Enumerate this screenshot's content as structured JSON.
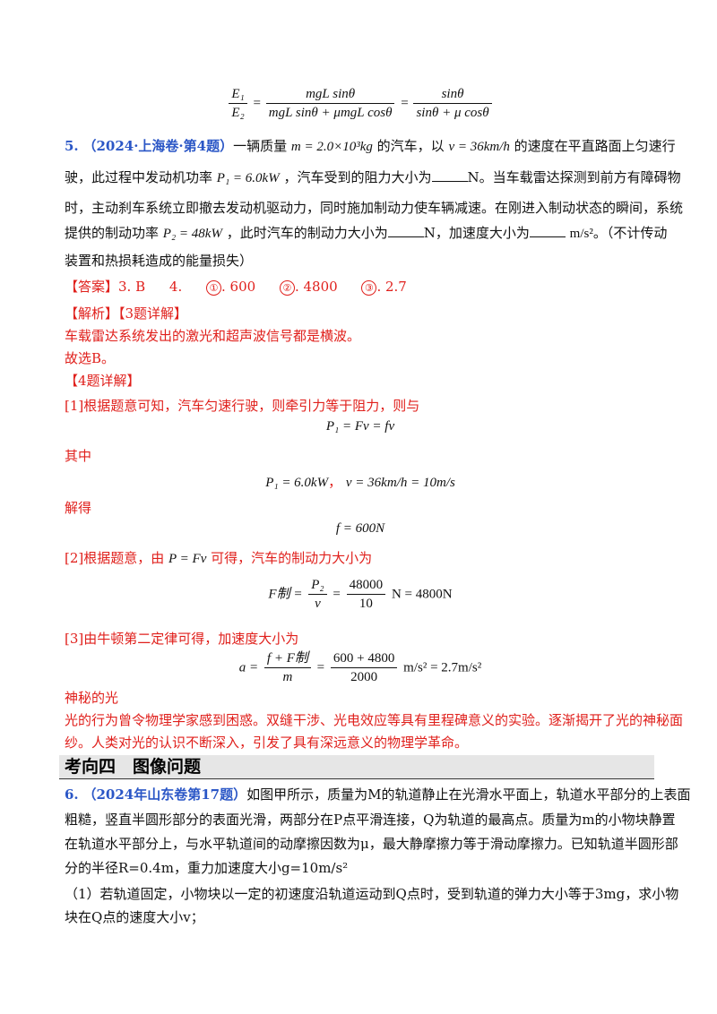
{
  "eq_top": {
    "lhs_num": "E₁",
    "lhs_den": "E₂",
    "mid_num": "mgL sinθ",
    "mid_den": "mgL sinθ + μmgL cosθ",
    "rhs_num": "sinθ",
    "rhs_den": "sinθ + μ cosθ"
  },
  "q5": {
    "number": "5.",
    "source": "（2024·上海卷·第4题）",
    "line1_a": "一辆质量",
    "m_expr": "m = 2.0×10³kg",
    "line1_b": "的汽车，以",
    "v_expr": "v = 36km/h",
    "line1_c": "的速度在平直路面上匀速行",
    "line2_a": "驶，此过程中发动机功率",
    "p1_expr": "P₁ = 6.0kW",
    "line2_b": "，汽车受到的阻力大小为",
    "line2_c": "N。当车载雷达探测到前方有障碍物",
    "line3": "时，主动刹车系统立即撤去发动机驱动力，同时施加制动力使车辆减速。在刚进入制动状态的瞬间，系统",
    "line4_a": "提供的制动功率",
    "p2_expr": "P₂ = 48kW",
    "line4_b": "，此时汽车的制动力大小为",
    "line4_c": "N，加速度大小为",
    "line4_d": "m/s²",
    "line4_e": "。（不计传动",
    "line5": "装置和热损耗造成的能量损失）"
  },
  "answer": {
    "label": "【答案】",
    "q3": "3. B",
    "q4": "4.",
    "c1": "①",
    "a1": ". 600",
    "c2": "②",
    "a2": ". 4800",
    "c3": "③",
    "a3": ". 2.7"
  },
  "analysis": {
    "label": "【解析】",
    "q3_label": "【3题详解】",
    "q3_text": "车载雷达系统发出的激光和超声波信号都是横波。",
    "q3_choice": "故选B。",
    "q4_label": "【4题详解】",
    "s1": "[1]根据题意可知，汽车匀速行驶，则牵引力等于阻力，则与",
    "eq1": "P₁ = Fv = fv",
    "where": "其中",
    "eq2a": "P₁ = 6.0kW",
    "eq2b": "，",
    "eq2c": "v = 36km/h = 10m/s",
    "solve": "解得",
    "eq3": "f = 600N",
    "s2_a": "[2]根据题意，由",
    "s2_expr": "P = Fv",
    "s2_b": "可得，汽车的制动力大小为",
    "eq4_lhs": "F制 =",
    "eq4_num": "P₂",
    "eq4_den": "v",
    "eq4_mid": "=",
    "eq4_num2": "48000",
    "eq4_den2": "10",
    "eq4_rhs": "N = 4800N",
    "s3": "[3]由牛顿第二定律可得，加速度大小为",
    "eq5_lhs": "a =",
    "eq5_num": "f + F制",
    "eq5_den": "m",
    "eq5_mid": "=",
    "eq5_num2": "600 + 4800",
    "eq5_den2": "2000",
    "eq5_rhs": "m/s² = 2.7m/s²"
  },
  "reading": {
    "title": "神秘的光",
    "line1": "光的行为曾令物理学家感到困惑。双缝干涉、光电效应等具有里程碑意义的实验。逐渐揭开了光的神秘面",
    "line2": "纱。人类对光的认识不断深入，引发了具有深远意义的物理学革命。"
  },
  "section": {
    "title": "考向四　图像问题"
  },
  "q6": {
    "number": "6.",
    "source": "（2024年山东卷第17题）",
    "line1": "如图甲所示，质量为M的轨道静止在光滑水平面上，轨道水平部分的上表面",
    "line2": "粗糙，竖直半圆形部分的表面光滑，两部分在P点平滑连接，Q为轨道的最高点。质量为m的小物块静置",
    "line3": "在轨道水平部分上，与水平轨道间的动摩擦因数为μ，最大静摩擦力等于滑动摩擦力。已知轨道半圆形部",
    "line4": "分的半径R=0.4m，重力加速度大小g=10m/s²",
    "sub1_line1": "（1）若轨道固定，小物块以一定的初速度沿轨道运动到Q点时，受到轨道的弹力大小等于3mg，求小物",
    "sub1_line2": "块在Q点的速度大小v；"
  }
}
